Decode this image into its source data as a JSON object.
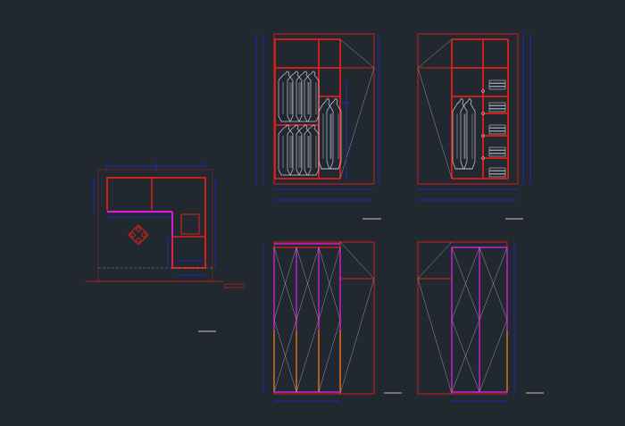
{
  "colors": {
    "background": "#212830",
    "outline": "#e0201a",
    "dimension": "#1a2fd6",
    "magenta": "#d11fd1",
    "orange": "#e0781e",
    "hanger": "#c8c8d4",
    "diagonal": "#9a9aa8",
    "dim_text": "#ffffff",
    "label": "#2ec06a",
    "plan_text": "#ff2a2a"
  },
  "icons": {
    "clothes": "hanging-garment-icon",
    "folded": "folded-clothes-icon",
    "ornament": "diamond-ornament-icon"
  },
  "drawings": [
    {
      "id": "plan-view",
      "label": "",
      "text_mark": "",
      "dims": [
        "",
        "",
        "",
        "",
        "",
        "",
        "",
        "",
        "",
        "",
        "",
        "",
        ""
      ]
    },
    {
      "id": "interior-elevation-left",
      "label": "",
      "dims": [
        "",
        "",
        "",
        "",
        "",
        "",
        "",
        "",
        "",
        "",
        ""
      ]
    },
    {
      "id": "interior-elevation-right",
      "label": "",
      "dims": [
        "",
        "",
        "",
        "",
        "",
        "",
        "",
        "",
        "",
        "",
        ""
      ]
    },
    {
      "id": "door-elevation-left",
      "label": "",
      "dims": [
        "",
        "",
        "",
        ""
      ]
    },
    {
      "id": "door-elevation-right",
      "label": "",
      "dims": [
        "",
        "",
        ""
      ]
    }
  ]
}
